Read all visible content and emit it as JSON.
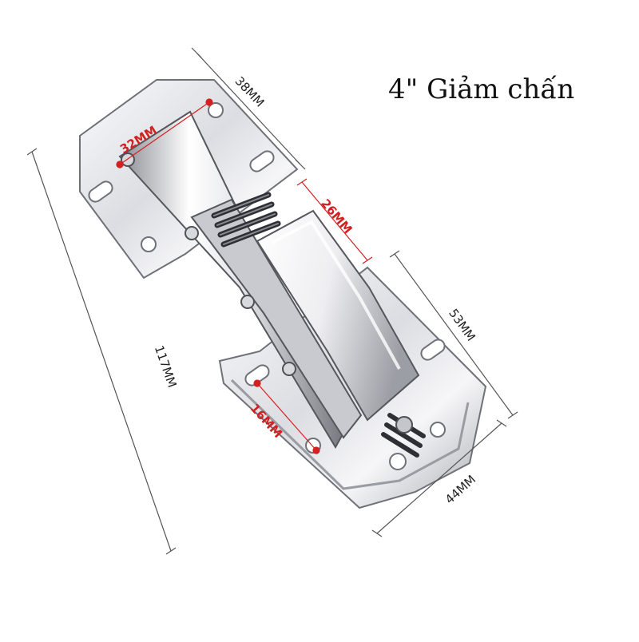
{
  "title": "4\" Giảm chấn",
  "dimensions": {
    "d38": "38MM",
    "d32": "32MM",
    "d26": "26MM",
    "d53": "53MM",
    "d117": "117MM",
    "d16": "16MM",
    "d44": "44MM"
  },
  "colors": {
    "dimension_red": "#d42020",
    "dimension_black": "#222222",
    "metal_light": "#f4f4f6",
    "metal_dark": "#7d8088"
  }
}
